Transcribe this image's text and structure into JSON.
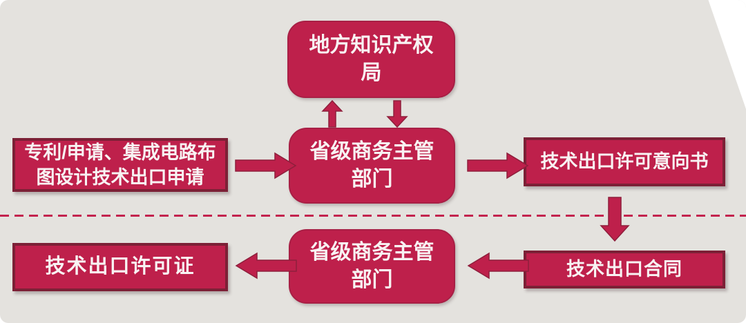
{
  "diagram": {
    "description": "Technology export licensing approval flowchart",
    "colors": {
      "background": "#E4E2DE",
      "node_fill": "#BE204B",
      "rounded_node_border": "#A81F45",
      "rect_node_border": "#7C2036",
      "arrow_fill": "#BE204B",
      "arrow_outline": "#8E1F3C",
      "divider_dash": "#C3234E",
      "text": "#F8F3F3"
    },
    "nodes": {
      "local_ip_office": {
        "label": "地方知识产权局"
      },
      "application": {
        "label": "专利/申请、集成电路布图设计技术出口申请"
      },
      "provincial_commerce_initial": {
        "label": "省级商务主管部门"
      },
      "letter_of_intent": {
        "label": "技术出口许可意向书"
      },
      "license": {
        "label": "技术出口许可证"
      },
      "provincial_commerce_final": {
        "label": "省级商务主管部门"
      },
      "contract": {
        "label": "技术出口合同"
      }
    },
    "edges": [
      {
        "from": "application",
        "to": "provincial_commerce_initial",
        "direction": "right"
      },
      {
        "from": "provincial_commerce_initial",
        "to": "local_ip_office",
        "direction": "up"
      },
      {
        "from": "local_ip_office",
        "to": "provincial_commerce_initial",
        "direction": "down"
      },
      {
        "from": "provincial_commerce_initial",
        "to": "letter_of_intent",
        "direction": "right"
      },
      {
        "from": "letter_of_intent",
        "to": "contract",
        "direction": "down"
      },
      {
        "from": "contract",
        "to": "provincial_commerce_final",
        "direction": "left"
      },
      {
        "from": "provincial_commerce_final",
        "to": "license",
        "direction": "left"
      }
    ],
    "divider": {
      "style": "dashed",
      "orientation": "horizontal"
    }
  }
}
